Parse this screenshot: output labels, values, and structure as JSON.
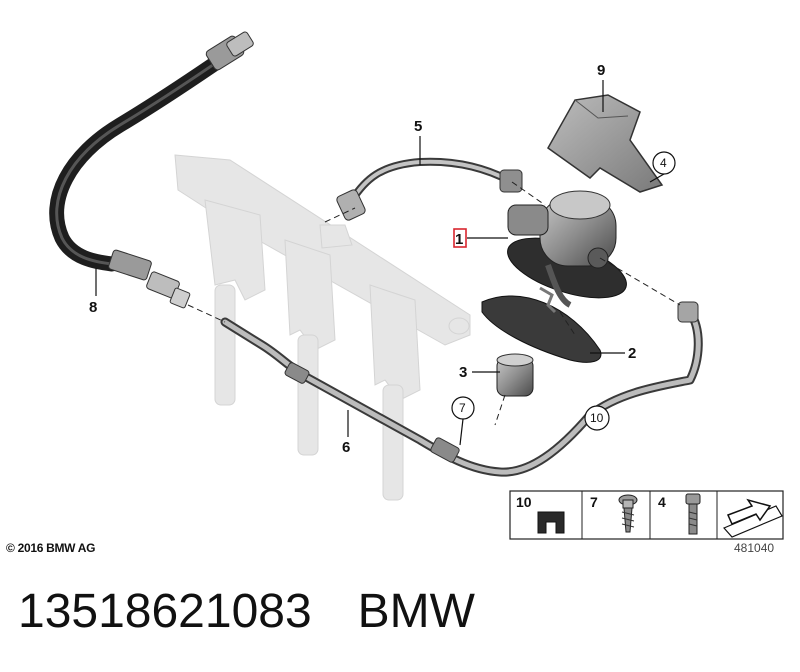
{
  "callouts": [
    "9",
    "5",
    "1",
    "2",
    "3",
    "6",
    "8"
  ],
  "circled_callouts": [
    "4",
    "7",
    "10"
  ],
  "legend": {
    "items": [
      {
        "label": "10",
        "icon": "rubber-grommet-icon"
      },
      {
        "label": "7",
        "icon": "screw-icon"
      },
      {
        "label": "4",
        "icon": "bolt-icon"
      },
      {
        "label": "",
        "icon": "arrow-plate-icon"
      }
    ]
  },
  "copyright": "© 2016 BMW AG",
  "image_number": "481040",
  "footer": {
    "part_number": "13518621083",
    "brand": "BMW"
  },
  "colors": {
    "highlight": "#d9262f",
    "line": "#111111",
    "part_gray": "#8a8a8a",
    "ghost_gray": "#e2e2e2"
  }
}
